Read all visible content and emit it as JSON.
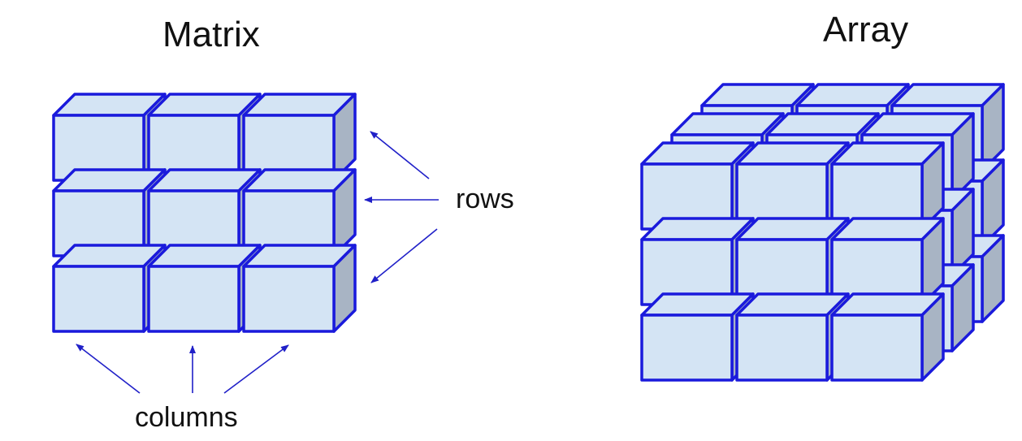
{
  "titles": {
    "matrix": "Matrix",
    "array": "Array"
  },
  "labels": {
    "rows": "rows",
    "columns": "columns"
  },
  "matrix": {
    "rows": 3,
    "columns": 3
  },
  "array": {
    "rows": 3,
    "columns": 3,
    "layers": 3
  },
  "colors": {
    "cube_face": "#d4e4f4",
    "cube_top": "#d4e4f4",
    "cube_side": "#a8b4c4",
    "cube_edge": "#1a1adc",
    "arrow": "#2020c8",
    "text": "#111111"
  }
}
